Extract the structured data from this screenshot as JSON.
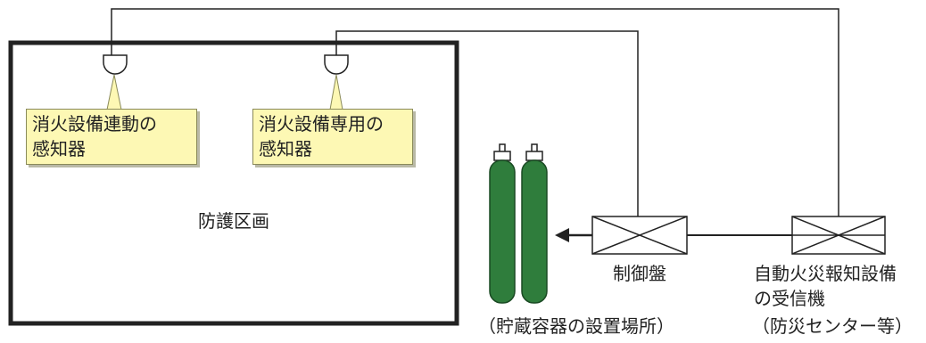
{
  "protected_area": {
    "label": "防護区画"
  },
  "detector_interlocked": {
    "line1": "消火設備連動の",
    "line2": "感知器"
  },
  "detector_dedicated": {
    "line1": "消火設備専用の",
    "line2": "感知器"
  },
  "control_panel": {
    "label": "制御盤"
  },
  "storage_location": {
    "label": "（貯蔵容器の設置場所）"
  },
  "fire_alarm_receiver": {
    "line1": "自動火災報知設備",
    "line2": "の受信機"
  },
  "disaster_center": {
    "label": "（防災センター等）"
  },
  "colors": {
    "cylinder": "#2f7d3c",
    "callout": "#fdf8b4",
    "line": "#222222"
  }
}
